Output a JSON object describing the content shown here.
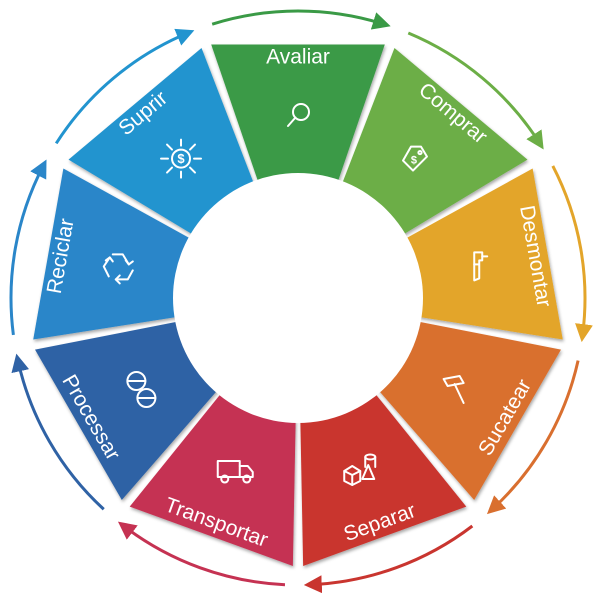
{
  "cycle": {
    "segments": [
      {
        "label": "Avaliar",
        "color": "#3a9a46",
        "icon": "magnifier-icon"
      },
      {
        "label": "Comprar",
        "color": "#6cae46",
        "icon": "price-tag-icon"
      },
      {
        "label": "Desmontar",
        "color": "#e3a52a",
        "icon": "pipe-wrench-icon"
      },
      {
        "label": "Sucatear",
        "color": "#d96f2f",
        "icon": "hammer-icon"
      },
      {
        "label": "Separar",
        "color": "#c9352f",
        "icon": "shapes-icon"
      },
      {
        "label": "Transportar",
        "color": "#c53252",
        "icon": "truck-icon"
      },
      {
        "label": "Processar",
        "color": "#2f62a5",
        "icon": "saw-blades-icon"
      },
      {
        "label": "Reciclar",
        "color": "#2a86c9",
        "icon": "recycle-icon"
      },
      {
        "label": "Suprir",
        "color": "#2294cf",
        "icon": "money-distribution-icon"
      }
    ]
  }
}
